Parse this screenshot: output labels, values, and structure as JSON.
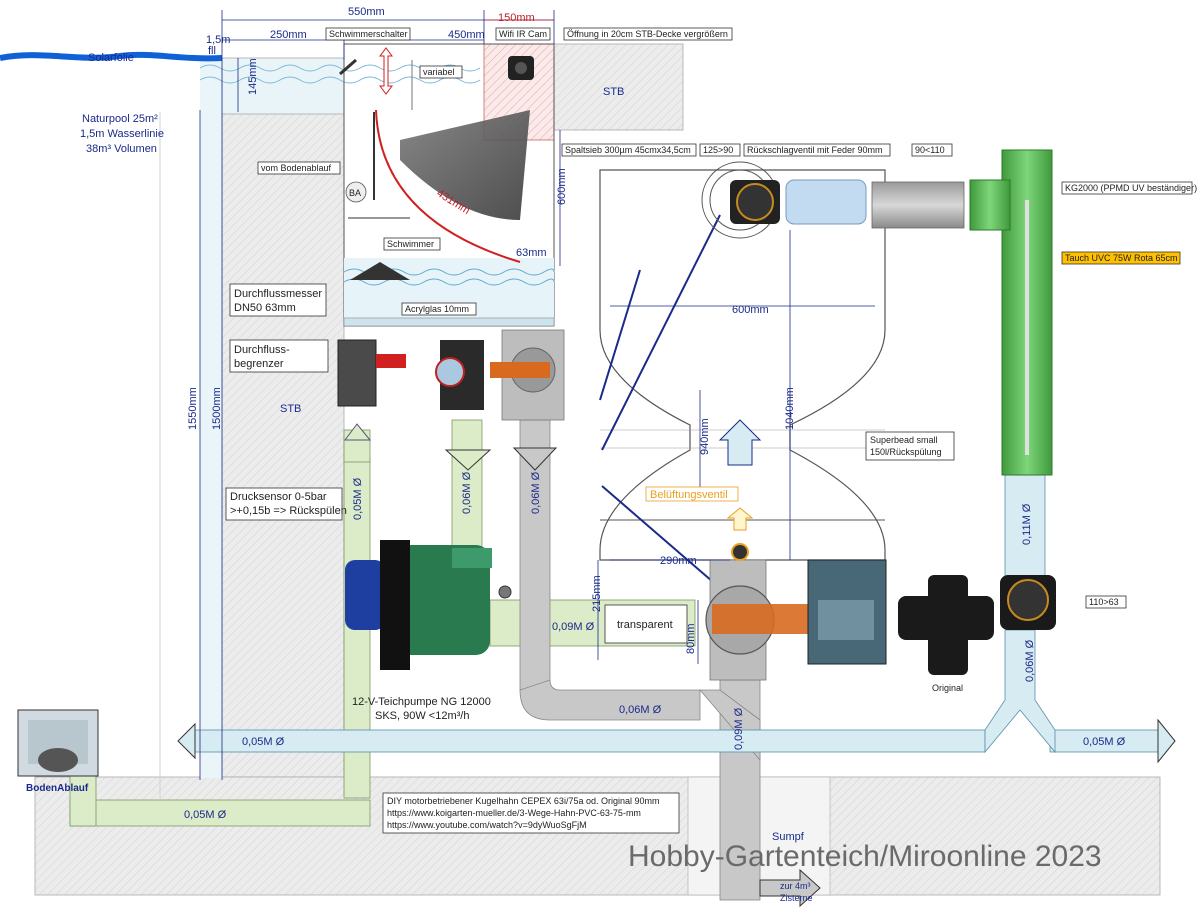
{
  "labels": {
    "solarfolie": "Solarfolie",
    "fill_level": "1,5m\nfll",
    "pool_info": [
      "Naturpool 25m²",
      "1,5m Wasserlinie",
      "38m³ Volumen"
    ],
    "schwimmerschalter": "Schwimmerschalter",
    "wifi_cam": "Wifi IR Cam",
    "oeffnung": "Öffnung in 20cm STB-Decke vergrößern",
    "variabel": "variabel",
    "stb_top": "STB",
    "stb_left": "STB",
    "vom_bodenablauf": "vom Bodenablauf",
    "ba": "BA",
    "spaltsieb": "Spaltsieb 300µm 45cmx34,5cm",
    "fit_125_90": "125>90",
    "rueckschlagventil": "Rückschlagventil mit Feder 90mm",
    "fit_90_110": "90<110",
    "kg2000": "KG2000 (PPMD UV beständiger)",
    "uvc": "Tauch UVC 75W Rota 65cm",
    "schwimmer": "Schwimmer",
    "acrylglas": "Acrylglas 10mm",
    "durchflussmesser": [
      "Durchflussmesser",
      "DN50 63mm"
    ],
    "durchflussbegrenzer": [
      "Durchfluss-",
      "begrenzer"
    ],
    "drucksensor": [
      "Drucksensor 0-5bar",
      ">+0,15b => Rückspülen"
    ],
    "belueftungsventil": "Belüftungsventil",
    "superbead": [
      "Superbead small",
      "150l/Rückspülung"
    ],
    "fit_110_63": "110>63",
    "transparent": "transparent",
    "original": "Original",
    "pumpe": [
      "12-V-Teichpumpe NG 12000",
      "SKS, 90W <12m³/h"
    ],
    "bodenablauf": "BodenAblauf",
    "sumpf": "Sumpf",
    "zisterne": [
      "zur 4m³",
      "Zisterne"
    ],
    "diy": [
      "DIY motorbetriebener Kugelhahn CEPEX 63i/75a od. Original 90mm",
      "https://www.koigarten-mueller.de/3-Wege-Hahn-PVC-63-75-mm",
      "https://www.youtube.com/watch?v=9dyWuoSgFjM"
    ],
    "watermark": "Hobby-Gartenteich/Miroonline 2023"
  },
  "dimensions": {
    "d550": "550mm",
    "d250": "250mm",
    "d450": "450mm",
    "d150": "150mm",
    "d145": "145mm",
    "d600v": "600mm",
    "d431": "431mm",
    "d63": "63mm",
    "d600h": "600mm",
    "d940": "940mm",
    "d1040": "1040mm",
    "d1550": "1550mm",
    "d1500": "1500mm",
    "d290": "290mm",
    "d215": "215mm",
    "d80": "80mm"
  },
  "pipes": {
    "p005_a": "0,05M Ø",
    "p006_a": "0,06M Ø",
    "p006_b": "0,06M Ø",
    "p009_a": "0,09M Ø",
    "p006_c": "0,06M Ø",
    "p009_b": "0,09M Ø",
    "p011": "0,11M Ø",
    "p006_d": "0,06M Ø",
    "p005_b": "0,05M Ø",
    "p005_c": "0,05M Ø",
    "p005_d": "0,05M Ø"
  },
  "colors": {
    "pipe_light_green": "#dcebc8",
    "pipe_light_blue": "#d6ebf2",
    "pipe_grey": "#c8c8c8",
    "green_tube": "#5fb85a",
    "concrete": "#eeeeee",
    "dim_blue": "#1a2a8a",
    "dim_red": "#c0202a",
    "vent_orange": "#e8a020",
    "highlight_yellow": "#ffc000"
  }
}
